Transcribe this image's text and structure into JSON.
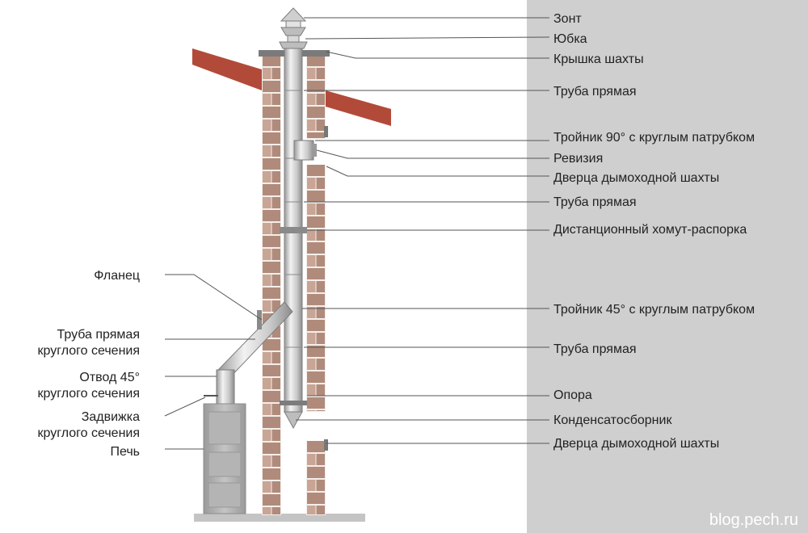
{
  "colors": {
    "panel": "#cfcfcf",
    "brick": "#b08b7b",
    "brick_light": "#c8a595",
    "mortar": "#f4eeea",
    "roof": "#b24a3a",
    "pipe_light": "#eeeeee",
    "pipe_dark": "#8f8f8f",
    "leader": "#555555",
    "stove": "#a8a8a8"
  },
  "right_labels": [
    "Зонт",
    "Юбка",
    "Крышка шахты",
    "Труба прямая",
    "Тройник 90° с круглым патрубком",
    "Ревизия",
    "Дверца дымоходной шахты",
    "Труба прямая",
    "Дистанционный хомут-распорка",
    "Тройник 45° с круглым патрубком",
    "Труба прямая",
    "Опора",
    "Конденсатосборник",
    "Дверца дымоходной шахты"
  ],
  "left_labels": [
    [
      "Фланец"
    ],
    [
      "Труба прямая",
      "круглого сечения"
    ],
    [
      "Отвод 45°",
      "круглого сечения"
    ],
    [
      "Задвижка",
      "круглого сечения"
    ],
    [
      "Печь"
    ]
  ],
  "watermark": "blog.pech.ru"
}
